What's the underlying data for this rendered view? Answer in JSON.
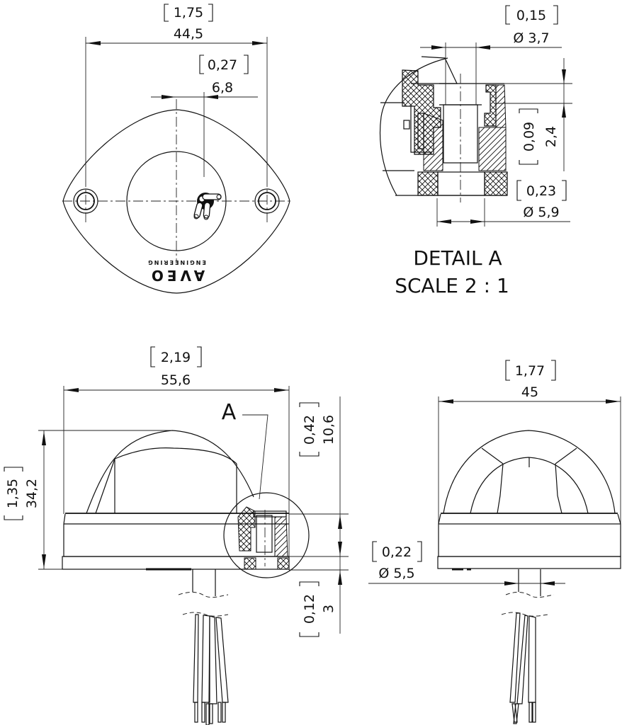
{
  "drawing": {
    "type": "technical-drawing",
    "subject": "marker light dimensional drawing",
    "logo": {
      "brand": "AVEO",
      "tagline": "ENGINEERING",
      "orientation": "upside-down"
    },
    "top_view": {
      "width": {
        "mm": "44,5",
        "inch": "1,75"
      },
      "connector_offset": {
        "mm": "6,8",
        "inch": "0,27"
      }
    },
    "detail_a": {
      "title": "DETAIL A",
      "scale": "SCALE 2 : 1",
      "hole_diameter": {
        "mm": "Ø 3,7",
        "inch": "0,15"
      },
      "depth": {
        "mm": "2,4",
        "inch": "0,09"
      },
      "base_diameter": {
        "mm": "Ø 5,9",
        "inch": "0,23"
      }
    },
    "side_view": {
      "detail_marker": "A",
      "width": {
        "mm": "55,6",
        "inch": "2,19"
      },
      "height": {
        "mm": "34,2",
        "inch": "1,35"
      },
      "base_height": {
        "mm": "10,6",
        "inch": "0,42"
      },
      "flange_height": {
        "mm": "3",
        "inch": "0,12"
      }
    },
    "front_view": {
      "width": {
        "mm": "45",
        "inch": "1,77"
      },
      "cable_diameter": {
        "mm": "Ø 5,5",
        "inch": "0,22"
      }
    }
  }
}
